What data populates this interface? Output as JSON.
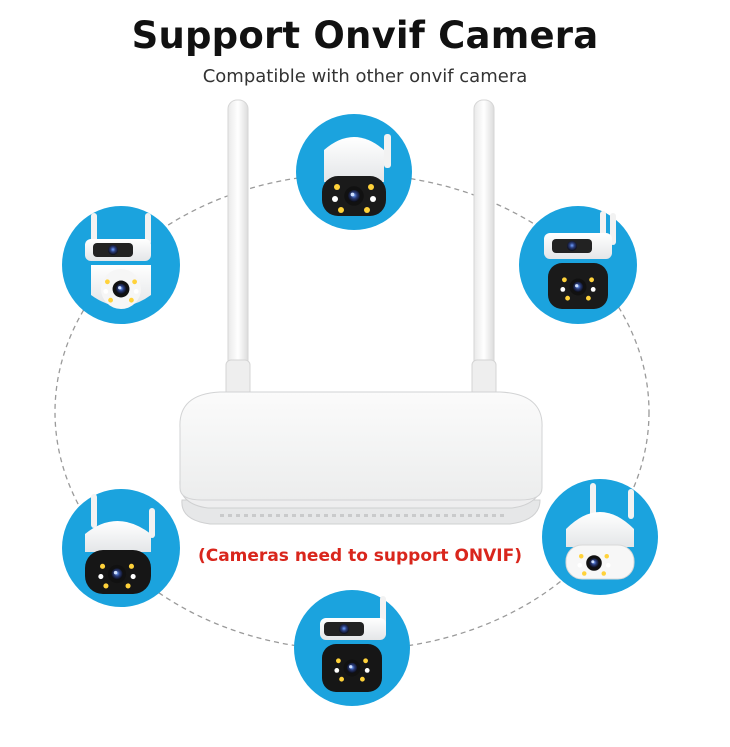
{
  "heading": {
    "title": "Support Onvif Camera",
    "subtitle": "Compatible with other onvif camera"
  },
  "note": {
    "text": "(Cameras need to support ONVIF)",
    "color": "#d9261c"
  },
  "colors": {
    "circle_fill": "#1ba3de",
    "ring_stroke": "#9a9a9a",
    "device_body": "#f3f3f3"
  },
  "cameras": [
    {
      "type": "ptz-single",
      "icon": "ptz-camera-icon"
    },
    {
      "type": "dual-lens",
      "icon": "dual-lens-camera-icon"
    },
    {
      "type": "dual-lens-dark",
      "icon": "dual-lens-camera-icon"
    },
    {
      "type": "ptz-dark",
      "icon": "ptz-camera-icon"
    },
    {
      "type": "ptz-white",
      "icon": "ptz-camera-icon"
    },
    {
      "type": "dual-lens-dark",
      "icon": "dual-lens-camera-icon"
    }
  ]
}
